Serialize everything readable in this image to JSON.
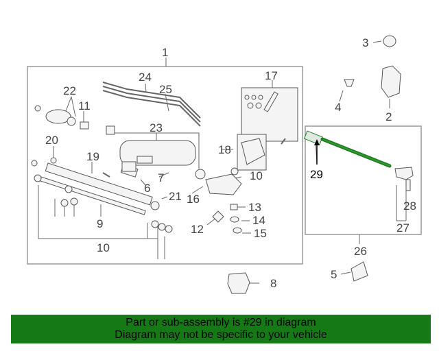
{
  "diagram": {
    "callouts": [
      "1",
      "2",
      "3",
      "4",
      "5",
      "6",
      "7",
      "8",
      "9",
      "10",
      "10",
      "10",
      "11",
      "12",
      "13",
      "14",
      "15",
      "16",
      "17",
      "18",
      "19",
      "20",
      "21",
      "22",
      "23",
      "24",
      "25",
      "26",
      "27",
      "28",
      "29"
    ],
    "highlighted_part": "29"
  },
  "banner": {
    "line1": "Part or sub-assembly is #29 in diagram",
    "line2": "Diagram may not be specific to your vehicle"
  },
  "colors": {
    "banner_bg": "#157a15",
    "highlight_part": "#1e7a1e",
    "frame": "#999999"
  }
}
